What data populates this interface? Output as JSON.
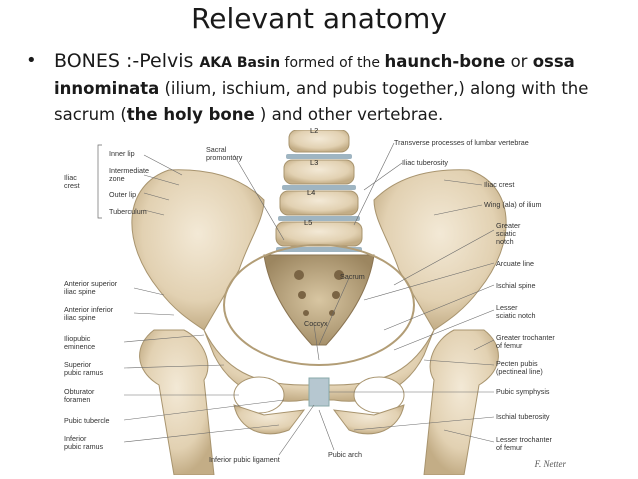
{
  "title": "Relevant anatomy",
  "bullet": {
    "symbol": "•",
    "p1": "BONES :-Pelvis ",
    "p2": "AKA Basin",
    "p3": "  formed of the ",
    "p4": "haunch-bone",
    "p5": " or ",
    "p6": "ossa innominata",
    "p7": " (ilium, ischium, and pubis together,) along with the sacrum (",
    "p8": "the holy bone",
    "p9": " ) and other vertebrae."
  },
  "figure": {
    "vertebrae": [
      "L2",
      "L3",
      "L4",
      "L5"
    ],
    "left_labels": {
      "iliac_crest": "Iliac\ncrest",
      "inner_lip": "Inner lip",
      "intermediate_zone": "Intermediate\nzone",
      "outer_lip": "Outer lip",
      "tuberculum": "Tuberculum",
      "sacral_promontory": "Sacral\npromontory",
      "asis": "Anterior superior\niliac spine",
      "aiis": "Anterior inferior\niliac spine",
      "iliopubic": "Iliopubic\neminence",
      "superior_pubic_ramus": "Superior\npubic ramus",
      "obturator": "Obturator\nforamen",
      "pubic_tubercle": "Pubic tubercle",
      "inferior_pubic_ramus": "Inferior\npubic ramus",
      "inferior_pubic_ligament": "Inferior pubic ligament",
      "coccyx": "Coccyx",
      "sacrum": "Sacrum",
      "pubic_arch": "Pubic arch"
    },
    "right_labels": {
      "transverse": "Transverse processes of lumbar vertebrae",
      "iliac_tuberosity": "Iliac tuberosity",
      "iliac_crest_r": "Iliac crest",
      "wing": "Wing (ala) of ilium",
      "greater_sciatic": "Greater\nsciatic\nnotch",
      "arcuate": "Arcuate line",
      "ischial_spine": "Ischial spine",
      "lesser_sciatic": "Lesser\nsciatic notch",
      "greater_trochanter": "Greater trochanter\nof femur",
      "pecten": "Pecten pubis\n(pectineal line)",
      "symphysis": "Pubic symphysis",
      "ischial_tuberosity": "Ischial tuberosity",
      "lesser_trochanter": "Lesser trochanter\nof femur"
    },
    "signature": "F. Netter"
  },
  "colors": {
    "bone": "#e9dcc4",
    "bone_shadow": "#b8a684",
    "disc": "#9fb5c2",
    "line": "#6a6a6a"
  }
}
